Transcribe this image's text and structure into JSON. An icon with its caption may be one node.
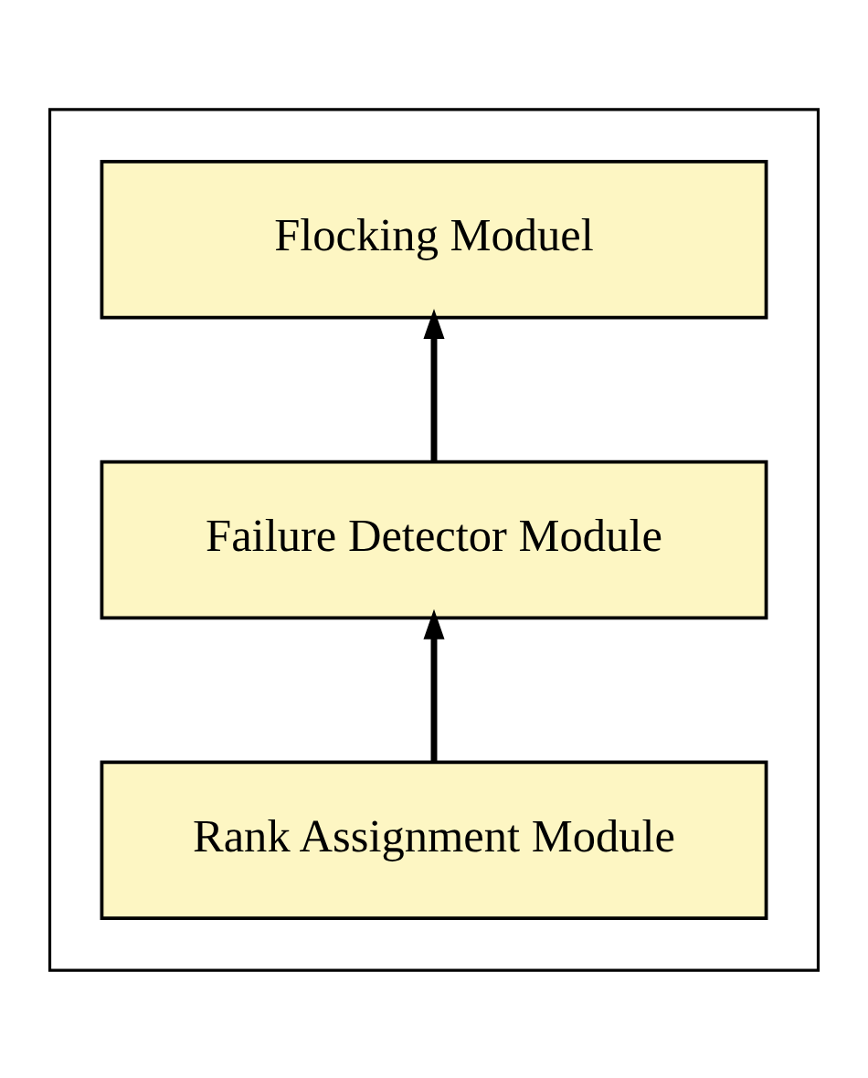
{
  "diagram": {
    "nodes": [
      {
        "text": [],
        "shape": "box"
      },
      {
        "text": [
          "Flocking Moduel"
        ],
        "in": 0
      },
      {
        "text": [
          "Failure Detector Module"
        ],
        "in": 0
      },
      {
        "text": [
          "Rank Assignment Module"
        ],
        "in": 0
      }
    ],
    "edges": [
      {
        "from": 2,
        "to": 1,
        "arrow": "to"
      },
      {
        "from": 3,
        "to": 2,
        "arrow": "to"
      }
    ]
  }
}
